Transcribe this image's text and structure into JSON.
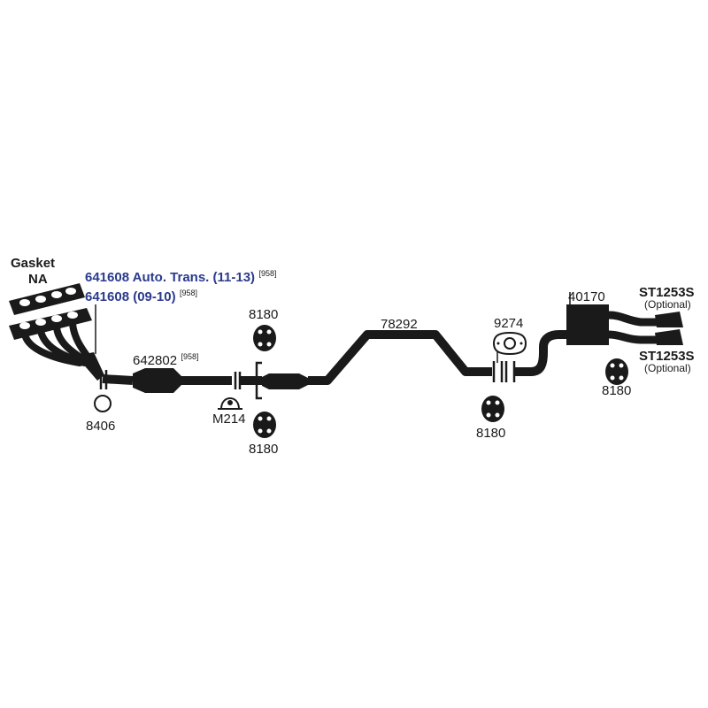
{
  "colors": {
    "pipe": "#1a1a1a",
    "highlight_text": "#2b3a8c",
    "background": "#ffffff"
  },
  "labels": {
    "gasket": "Gasket",
    "na": "NA",
    "manifold_auto_part": "641608 Auto. Trans. (11-13)",
    "manifold_auto_sup": "[958]",
    "manifold_std_part": "641608 (09-10)",
    "manifold_std_sup": "[958]",
    "gasket_8406": "8406",
    "converter_part": "642802",
    "converter_sup": "[958]",
    "clamp_m214": "M214",
    "hanger_upper_left": "8180",
    "hanger_lower_left": "8180",
    "pipe_78292": "78292",
    "gasket_9274": "9274",
    "hanger_mid": "8180",
    "muffler_40170": "40170",
    "tip_upper": "ST1253S",
    "tip_upper_note": "(Optional)",
    "tip_lower": "ST1253S",
    "tip_lower_note": "(Optional)",
    "hanger_right": "8180"
  }
}
